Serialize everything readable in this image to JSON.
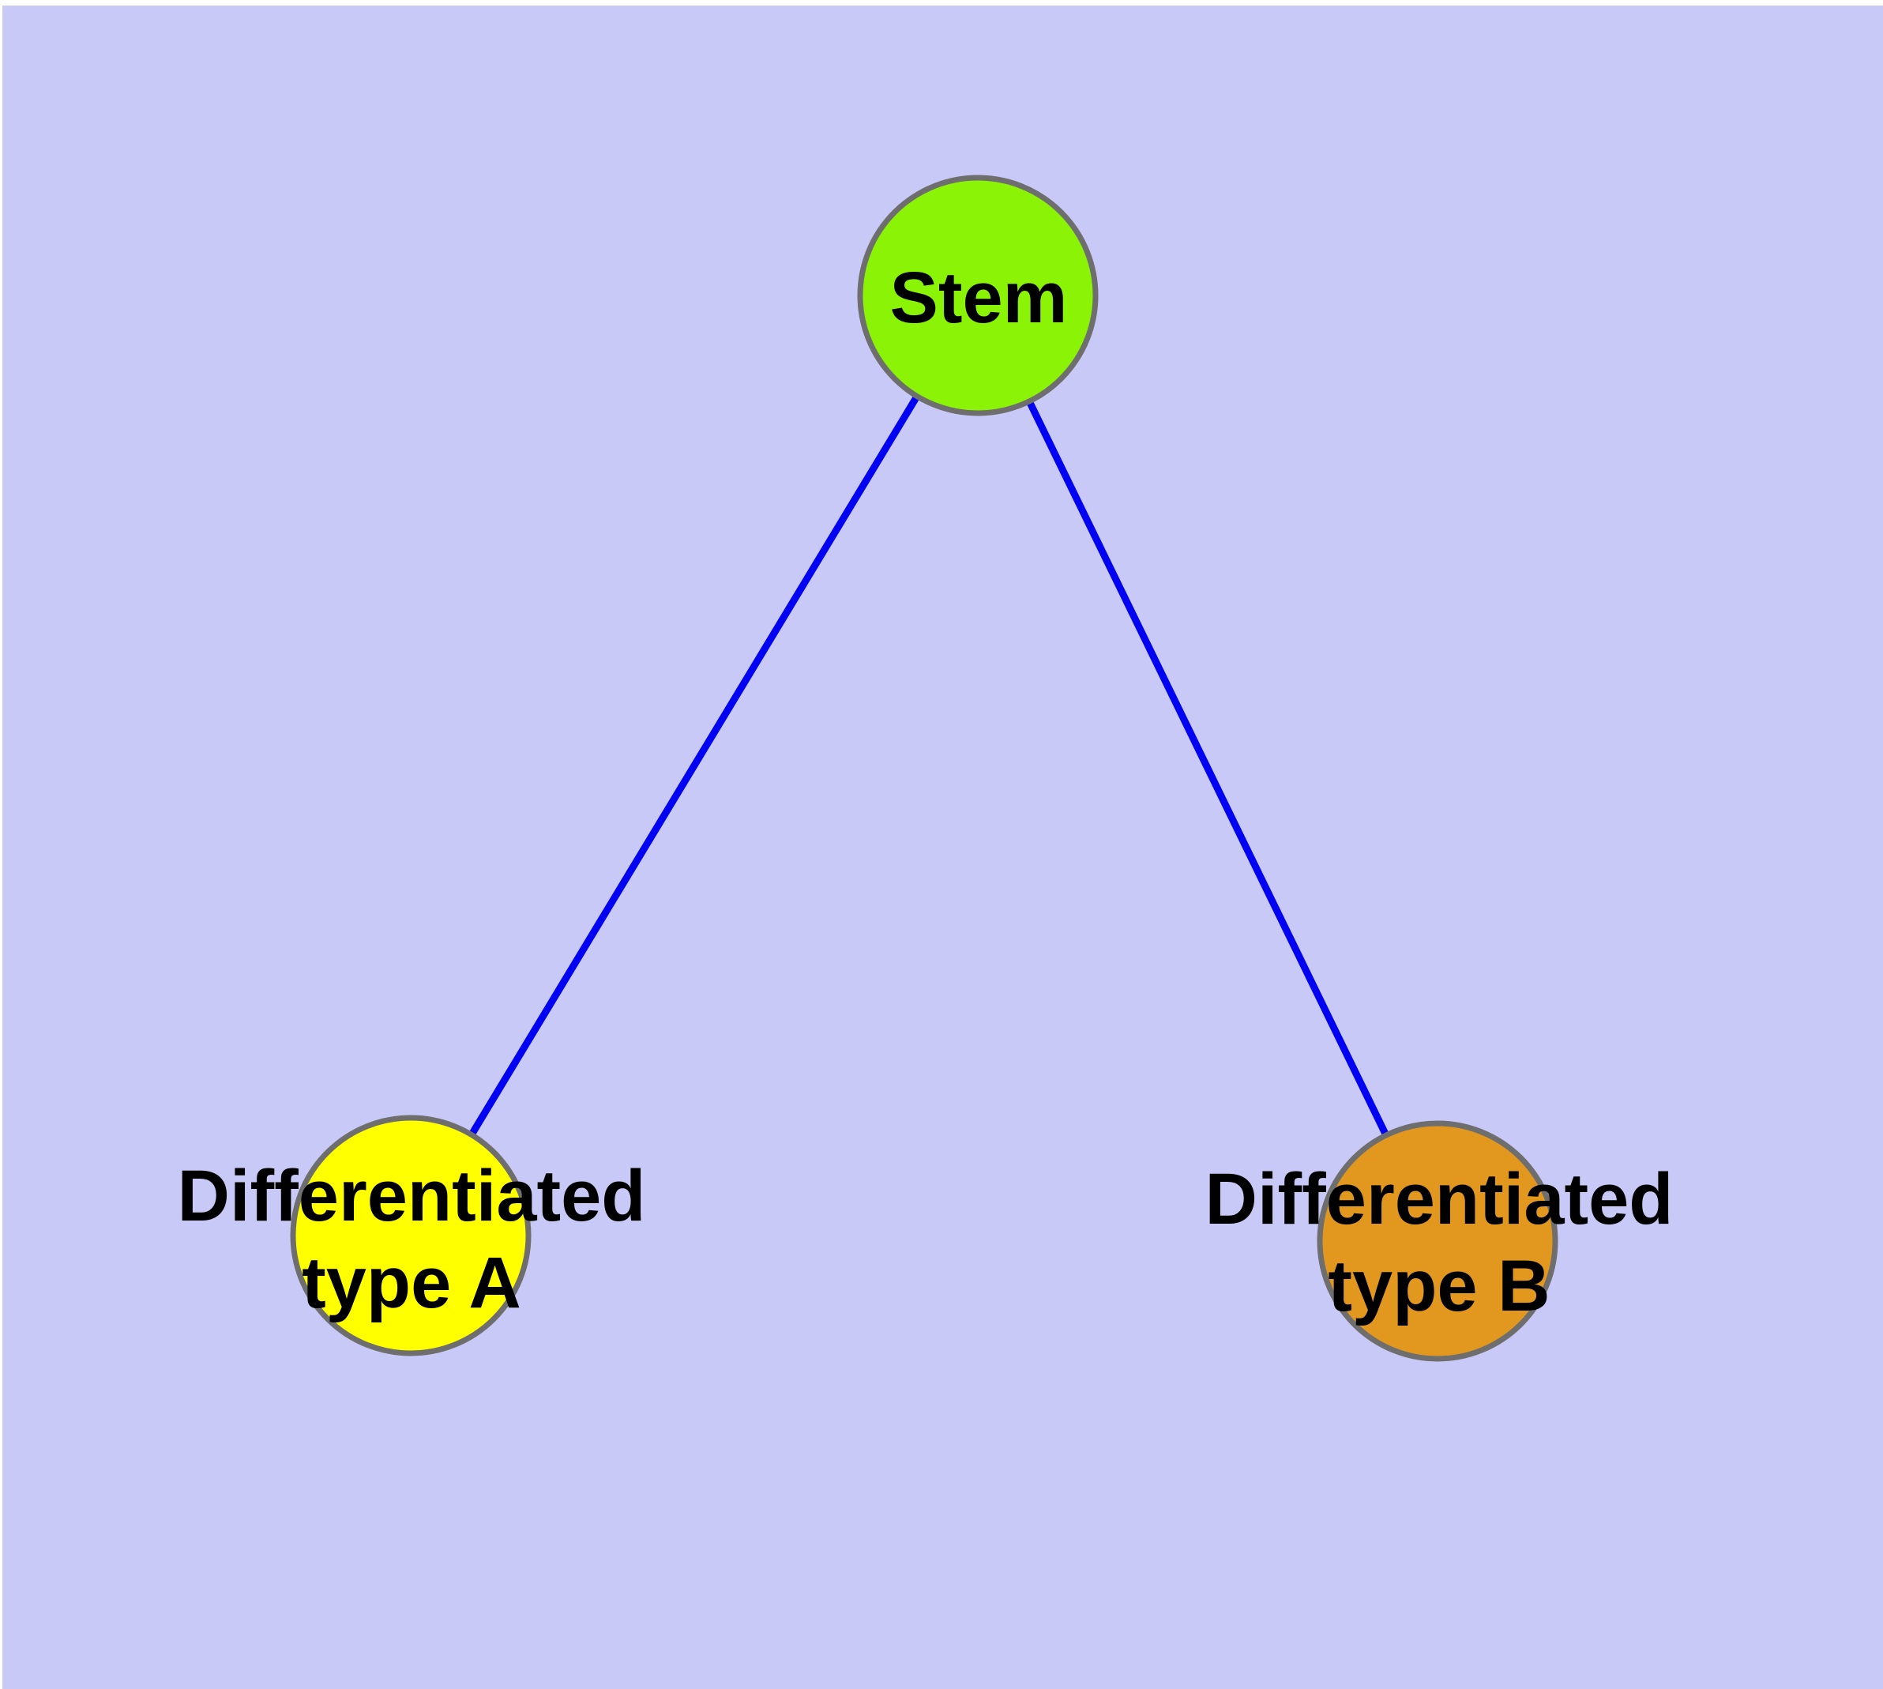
{
  "diagram": {
    "background_color": "#c9c9f7",
    "page_margin_color": "#ffffff",
    "text_color": "#000000",
    "nodes": {
      "stem": {
        "id": "stem",
        "label": "Stem",
        "fill": "#8bf406",
        "border": "#6e6e6e"
      },
      "type_a": {
        "id": "type_a",
        "label": "Differentiated\ntype A",
        "fill": "#ffff00",
        "border": "#6e6e6e"
      },
      "type_b": {
        "id": "type_b",
        "label": "Differentiated\ntype B",
        "fill": "#e2981e",
        "border": "#6e6e6e"
      }
    },
    "edges": [
      {
        "from": "stem",
        "to": "type_a",
        "color": "#0202f2"
      },
      {
        "from": "stem",
        "to": "type_b",
        "color": "#0202f2"
      }
    ]
  }
}
